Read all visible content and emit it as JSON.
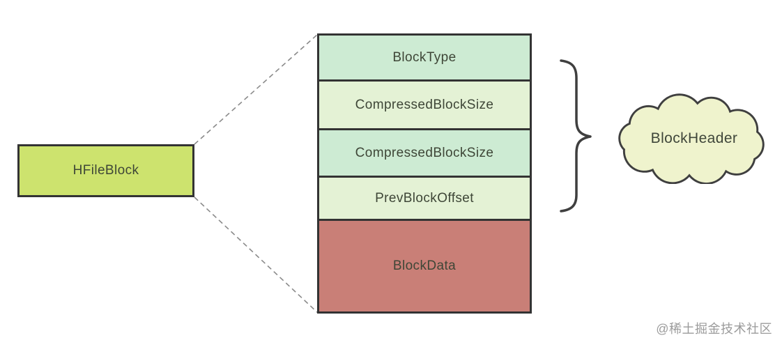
{
  "diagram": {
    "source_block": {
      "label": "HFileBlock",
      "fill": "#cde36e"
    },
    "stack": {
      "rows": [
        {
          "label": "BlockType",
          "fill": "#cdebd3"
        },
        {
          "label": "CompressedBlockSize",
          "fill": "#e4f2d5"
        },
        {
          "label": "CompressedBlockSize",
          "fill": "#cdebd3"
        },
        {
          "label": "PrevBlockOffset",
          "fill": "#e4f2d5"
        },
        {
          "label": "BlockData",
          "fill": "#c97f77"
        }
      ]
    },
    "annotation": {
      "label": "BlockHeader",
      "fill": "#eff3cd"
    },
    "watermark": {
      "text": "@稀土掘金技术社区",
      "color": "#9b9b9b"
    },
    "colors": {
      "background": "#ffffff",
      "border": "#333333",
      "text": "#3e4637",
      "connector": "#8a8a8a",
      "brace": "#3f3f3f"
    }
  }
}
